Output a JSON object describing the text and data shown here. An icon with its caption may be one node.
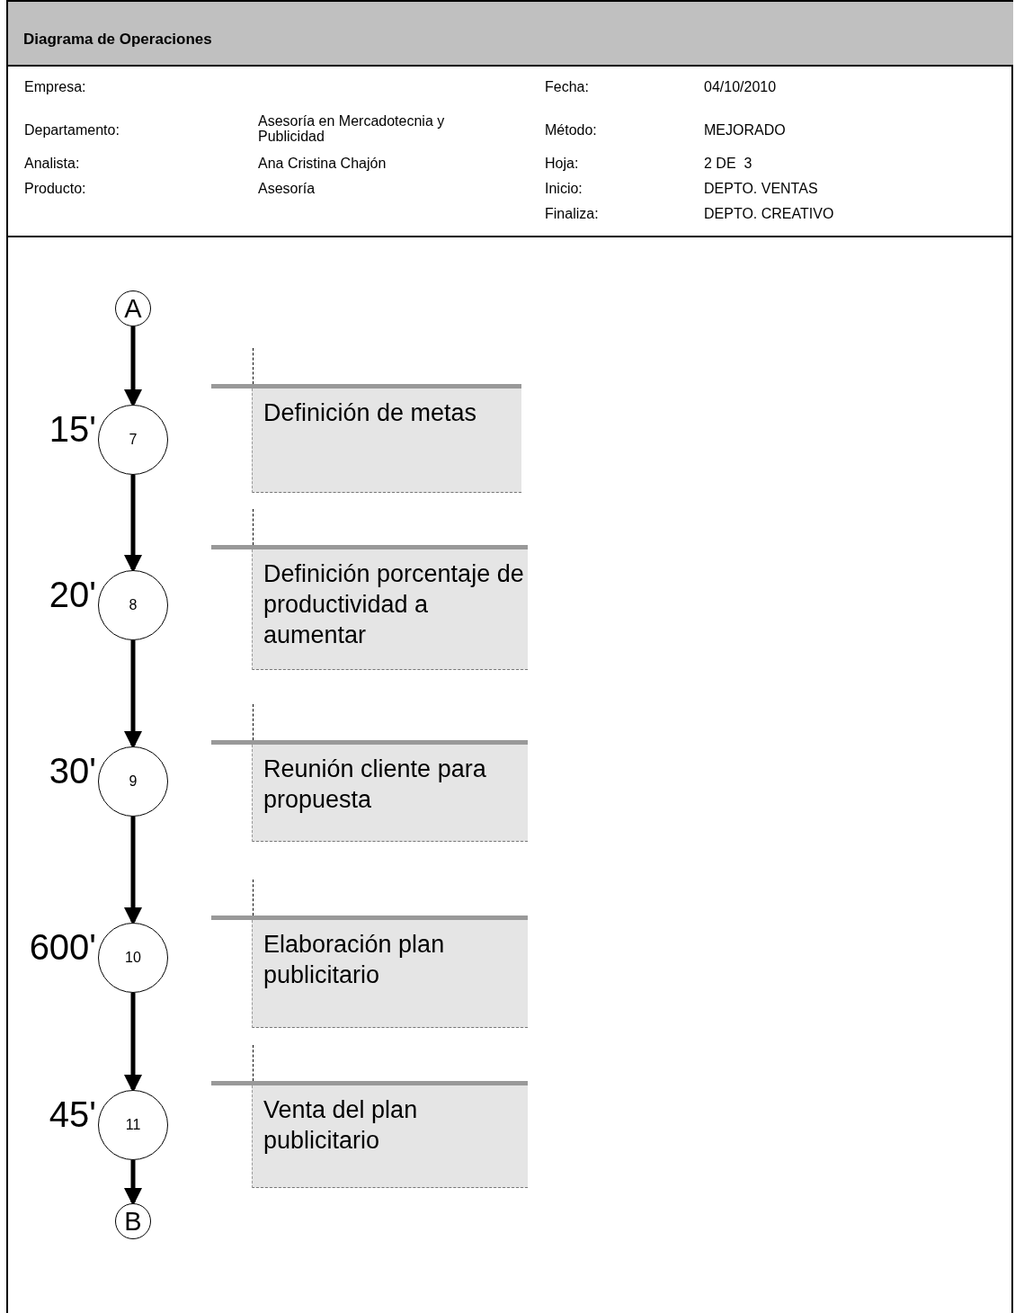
{
  "diagram": {
    "title": "Diagrama de Operaciones",
    "nodes": [
      {
        "text": [
          "A"
        ]
      },
      {
        "text": [
          "7"
        ],
        "beside": [
          "15'"
        ]
      },
      {
        "text": [
          "8"
        ],
        "beside": [
          "20'"
        ]
      },
      {
        "text": [
          "9"
        ],
        "beside": [
          "30'"
        ]
      },
      {
        "text": [
          "10"
        ],
        "beside": [
          "600'"
        ]
      },
      {
        "text": [
          "11"
        ],
        "beside": [
          "45'"
        ]
      },
      {
        "text": [
          "B"
        ]
      },
      {
        "text": [
          "Definición de metas"
        ]
      },
      {
        "text": [
          "Definición porcentaje de productividad a aumentar"
        ]
      },
      {
        "text": [
          "Reunión cliente para propuesta"
        ]
      },
      {
        "text": [
          "Elaboración plan publicitario"
        ]
      },
      {
        "text": [
          "Venta del plan publicitario"
        ]
      }
    ],
    "edges": [
      {
        "from": 0,
        "to": 1,
        "arrow": "to"
      },
      {
        "from": 1,
        "to": 2,
        "arrow": "to"
      },
      {
        "from": 2,
        "to": 3,
        "arrow": "to"
      },
      {
        "from": 3,
        "to": 4,
        "arrow": "to"
      },
      {
        "from": 4,
        "to": 5,
        "arrow": "to"
      },
      {
        "from": 5,
        "to": 6,
        "arrow": "to"
      }
    ],
    "labels": [
      "Empresa:",
      "Fecha:",
      "04/10/2010",
      "Departamento:",
      "Asesoría en Mercadotecnia y Publicidad",
      "Método:",
      "MEJORADO",
      "Analista:",
      "Ana Cristina Chajón",
      "Hoja:",
      "2 DE  3",
      "Producto:",
      "Asesoría",
      "Inicio:",
      "DEPTO. VENTAS",
      "Finaliza:",
      "DEPTO. CREATIVO"
    ]
  }
}
